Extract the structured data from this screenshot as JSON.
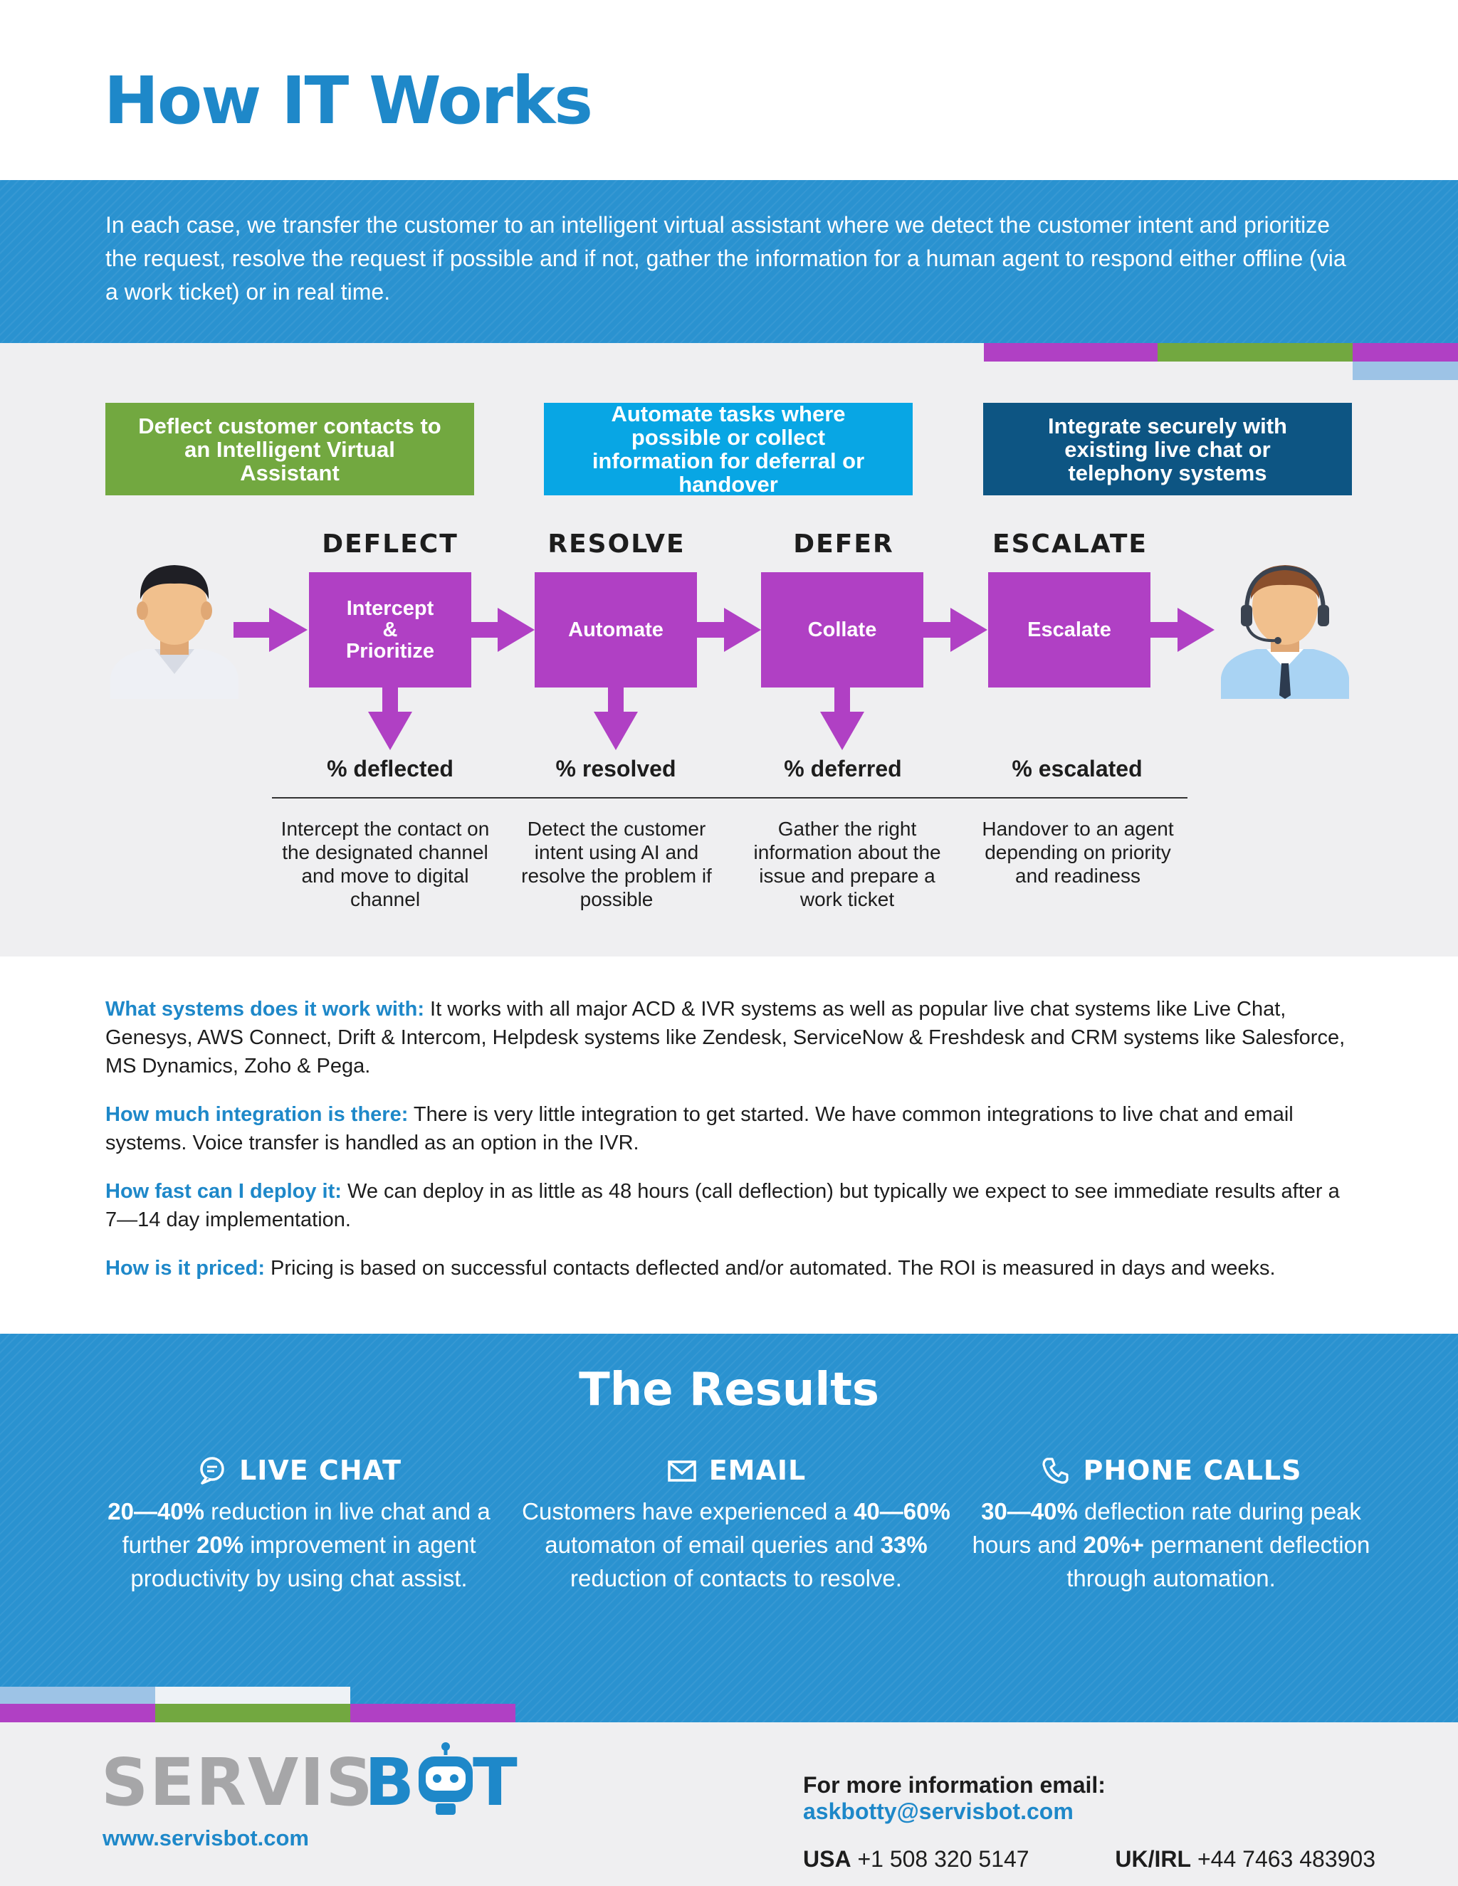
{
  "title": "How IT Works",
  "intro": "In each case, we transfer the customer to an intelligent virtual assistant where we detect the customer intent and prioritize the request, resolve the request if possible and if not, gather the information for a human agent to respond either offline (via a work ticket) or in real time.",
  "colors": {
    "accent_blue": "#1e88c9",
    "band_blue": "#2a92d0",
    "green": "#72a840",
    "cyan": "#08a6e4",
    "navy": "#0d5583",
    "purple": "#b040c4",
    "light_blue": "#9dc3e6"
  },
  "categories": [
    {
      "label": "Deflect customer contacts to an Intelligent Virtual Assistant",
      "color": "#72a840"
    },
    {
      "label": "Automate tasks where possible or collect information for deferral or handover",
      "color": "#08a6e4"
    },
    {
      "label": "Integrate securely with existing live chat or telephony systems",
      "color": "#0d5583"
    }
  ],
  "stages": [
    {
      "title": "DEFLECT",
      "box": "Intercept & Prioritize",
      "metric": "% deflected",
      "desc": "Intercept the contact on the designated channel and move to digital channel"
    },
    {
      "title": "RESOLVE",
      "box": "Automate",
      "metric": "% resolved",
      "desc": "Detect the customer intent using AI and resolve the problem if possible"
    },
    {
      "title": "DEFER",
      "box": "Collate",
      "metric": "% deferred",
      "desc": "Gather the right information about the issue and prepare a work ticket"
    },
    {
      "title": "ESCALATE",
      "box": "Escalate",
      "metric": "% escalated",
      "desc": "Handover to an agent depending on priority and readiness"
    }
  ],
  "icons": {
    "customer": "customer-person-icon",
    "agent": "agent-headset-icon",
    "chat": "chat-bubble-icon",
    "email": "envelope-icon",
    "phone": "phone-icon"
  },
  "faq": [
    {
      "q": "What systems does it work with:",
      "a": "It works with all major ACD & IVR systems as well as popular live chat systems like Live Chat, Genesys, AWS Connect, Drift & Intercom, Helpdesk systems like Zendesk, ServiceNow & Freshdesk and CRM systems like Salesforce, MS Dynamics, Zoho & Pega."
    },
    {
      "q": "How much integration is there:",
      "a": "There is very little integration to get started. We have common integrations to live chat and email systems. Voice transfer is handled as an option in the IVR."
    },
    {
      "q": "How fast can I deploy it:",
      "a": "We can deploy in as little as 48 hours (call deflection) but typically we expect to see immediate results after a 7—14 day implementation."
    },
    {
      "q": "How is it priced:",
      "a": "Pricing is based on successful contacts deflected and/or automated. The ROI is measured in days and weeks."
    }
  ],
  "results": {
    "title": "The Results",
    "live_chat": {
      "heading": "LIVE CHAT",
      "p1": "20—40%",
      "t1": " reduction in live chat and a further ",
      "p2": "20%",
      "t2": " improvement in agent productivity by using chat assist."
    },
    "email": {
      "heading": "EMAIL",
      "t0": "Customers have experienced a ",
      "p1": "40—60%",
      "t1": " automaton of email queries and ",
      "p2": "33%",
      "t2": " reduction of contacts to resolve."
    },
    "phone": {
      "heading": "PHONE CALLS",
      "p1": "30—40%",
      "t1": " deflection rate during peak hours and ",
      "p2": "20%+",
      "t2": " permanent deflection through automation."
    }
  },
  "footer": {
    "logo_part1": "SERVIS",
    "logo_part2": "B",
    "logo_part3": "T",
    "website": "www.servisbot.com",
    "email_label": "For more information email:",
    "email": "askbotty@servisbot.com",
    "usa_label": "USA",
    "usa_phone": "+1 508 320 5147",
    "uk_label": "UK/IRL",
    "uk_phone": "+44 7463 483903"
  }
}
